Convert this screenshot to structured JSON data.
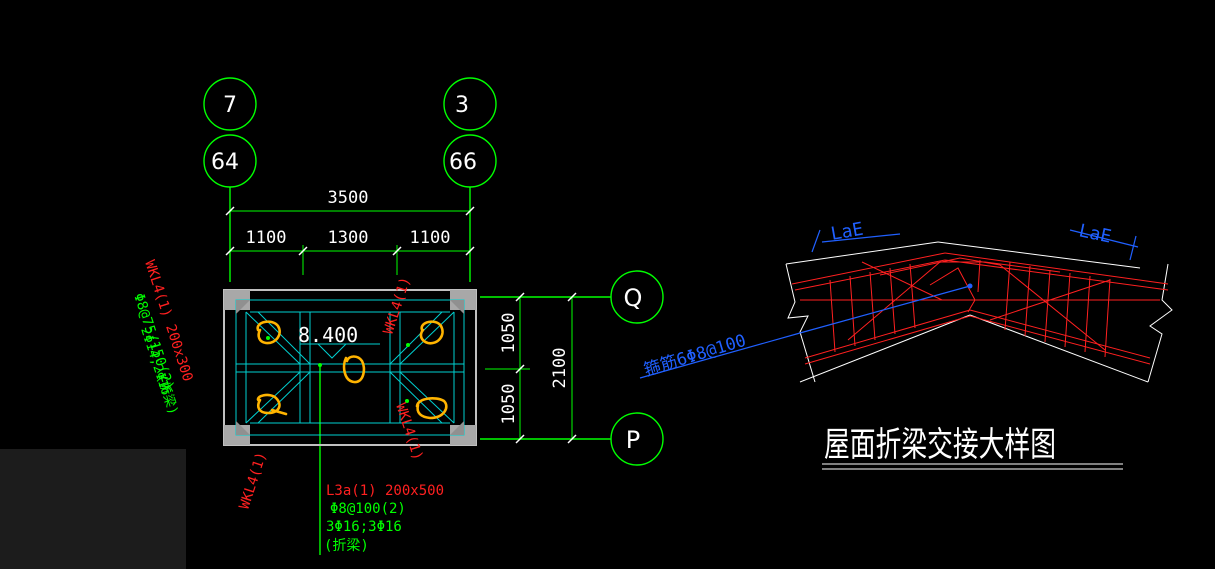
{
  "grid_bubbles": {
    "col_a_top": "7",
    "col_a_bottom": "64",
    "col_b_top": "3",
    "col_b_bottom": "66",
    "row_q": "Q",
    "row_p": "P"
  },
  "dimensions": {
    "overall_width": "3500",
    "seg_left": "1100",
    "seg_mid": "1300",
    "seg_right": "1100",
    "v_upper": "1050",
    "v_lower": "1050",
    "v_total": "2100"
  },
  "plan": {
    "elevation": "8.400",
    "beam_left_label": "WKL4(1) 200x300",
    "beam_left_line2": "Φ8@75/150(2)",
    "beam_left_line3": "2Φ14;2Φ16",
    "beam_left_line4": "(折梁)",
    "beam_right_upper": "WKL4(1)",
    "beam_right_lower": "WKL4(1)",
    "beam_bottom": "WKL4(1)",
    "l3a_line1": "L3a(1) 200x500",
    "l3a_line2": "Φ8@100(2)",
    "l3a_line3": "3Φ16;3Φ16",
    "l3a_line4": "(折梁)"
  },
  "detail": {
    "lae_left": "LaE",
    "lae_right": "LaE",
    "stirrup_note": "箍筋6Φ8@100",
    "title": "屋面折梁交接大样图"
  },
  "colors": {
    "background": "#000000",
    "grid": "#00ff00",
    "beam_outline": "#00d0d0",
    "annotation_red": "#ff2020",
    "text_white": "#ffffff",
    "blue": "#2060ff",
    "markup_yellow": "#ffb400",
    "column_gray": "#c0c0c0"
  }
}
